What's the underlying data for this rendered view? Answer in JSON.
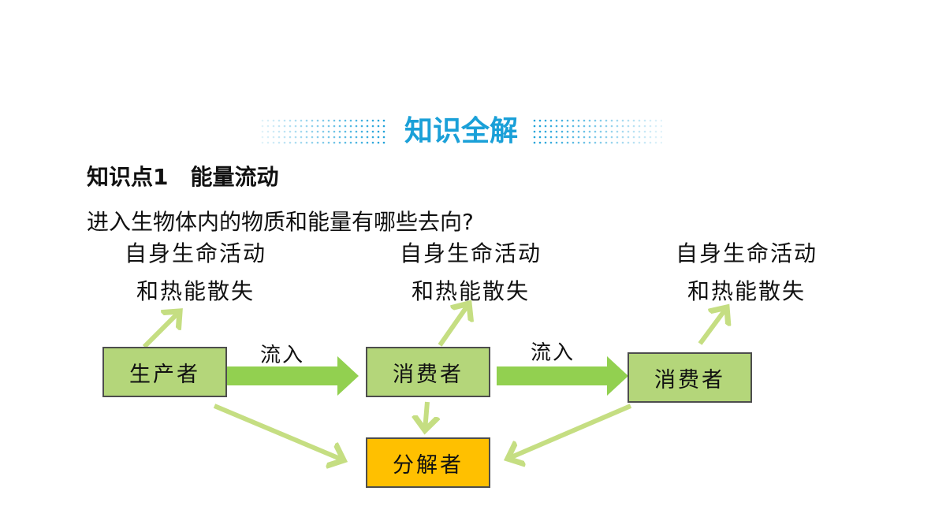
{
  "header": {
    "title": "知识全解"
  },
  "section": {
    "heading": "知识点1　能量流动",
    "question": "进入生物体内的物质和能量有哪些去向?"
  },
  "diagram": {
    "outflow_label_line1": "自身生命活动",
    "outflow_label_line2": "和热能散失",
    "flow_label": "流入",
    "nodes": {
      "producer": "生产者",
      "consumer1": "消费者",
      "consumer2": "消费者",
      "decomposer": "分解者"
    }
  },
  "colors": {
    "title": "#1aa0d8",
    "box_green": "#b4d67a",
    "box_orange": "#ffc000",
    "arrow_green": "#92d050",
    "arrow_light": "#c5de82"
  }
}
